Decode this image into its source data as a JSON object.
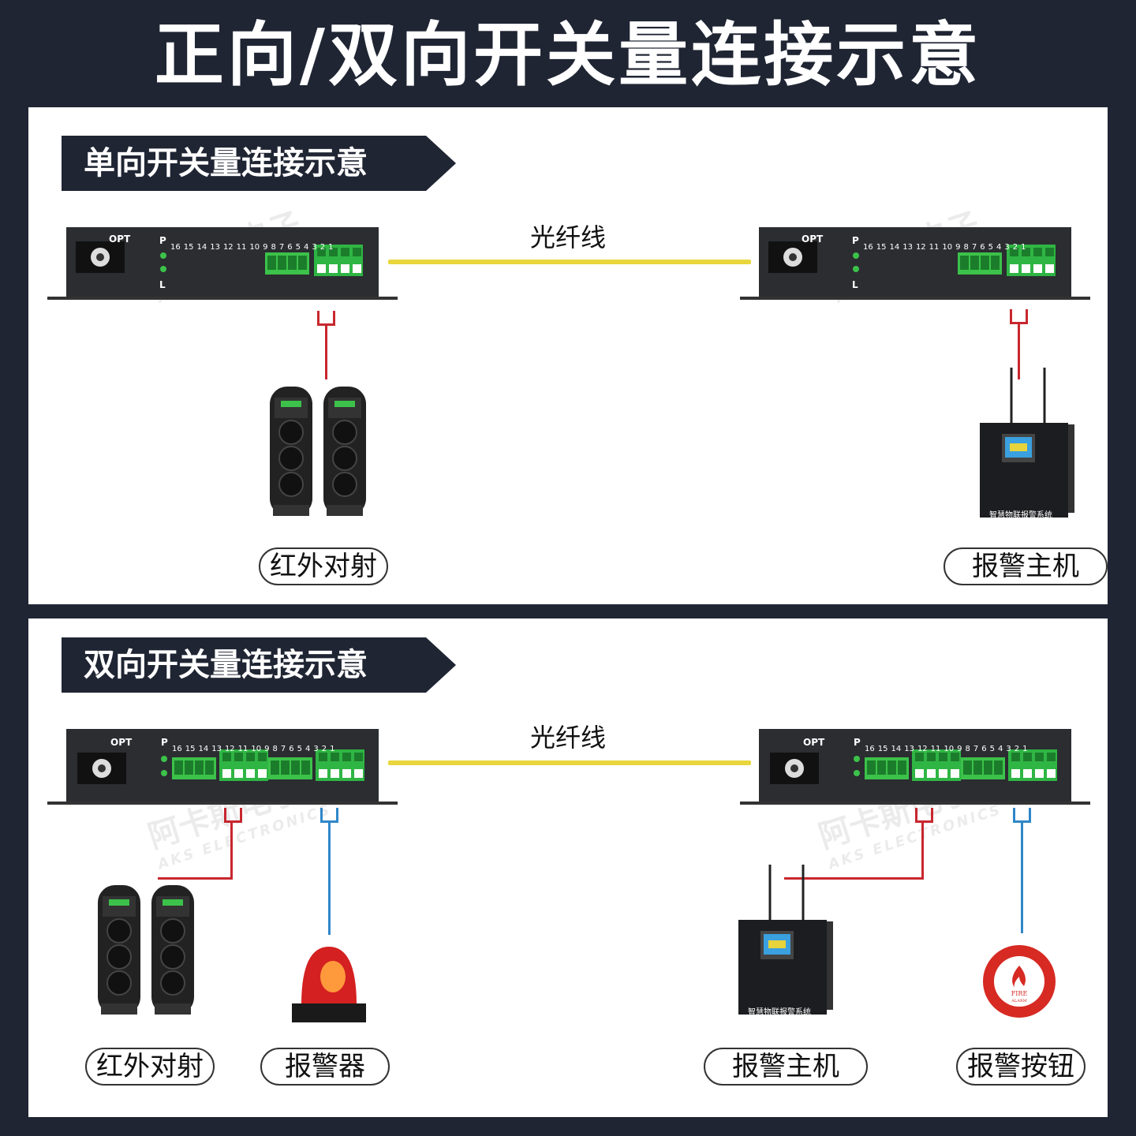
{
  "title": "正向/双向开关量连接示意",
  "colors": {
    "background": "#1f2533",
    "fiber": "#e8d63c",
    "wire_forward": "#c8272e",
    "wire_reverse": "#2f87c9",
    "terminal": "#3cc24a",
    "device_body": "#2b2d31"
  },
  "device": {
    "opt_label": "OPT",
    "led_labels": [
      "P",
      "L"
    ],
    "port_numbers": [
      "16",
      "15",
      "14",
      "13",
      "12",
      "11",
      "10",
      "9",
      "8",
      "7",
      "6",
      "5",
      "4",
      "3",
      "2",
      "1"
    ]
  },
  "watermark": {
    "cn": "阿卡斯电子",
    "en": "AKS ELECTRONICS"
  },
  "section_one": {
    "banner": "单向开关量连接示意",
    "fiber_label": "光纤线",
    "left_label": "红外对射",
    "right_label": "报警主机"
  },
  "section_two": {
    "banner": "双向开关量连接示意",
    "fiber_label": "光纤线",
    "labels": [
      "红外对射",
      "报警器",
      "报警主机",
      "报警按钮"
    ]
  },
  "panel_host": {
    "caption": "智慧物联报警系统"
  },
  "alarm_button": {
    "text_line1": "FIRE",
    "text_line2": "ALARM"
  }
}
